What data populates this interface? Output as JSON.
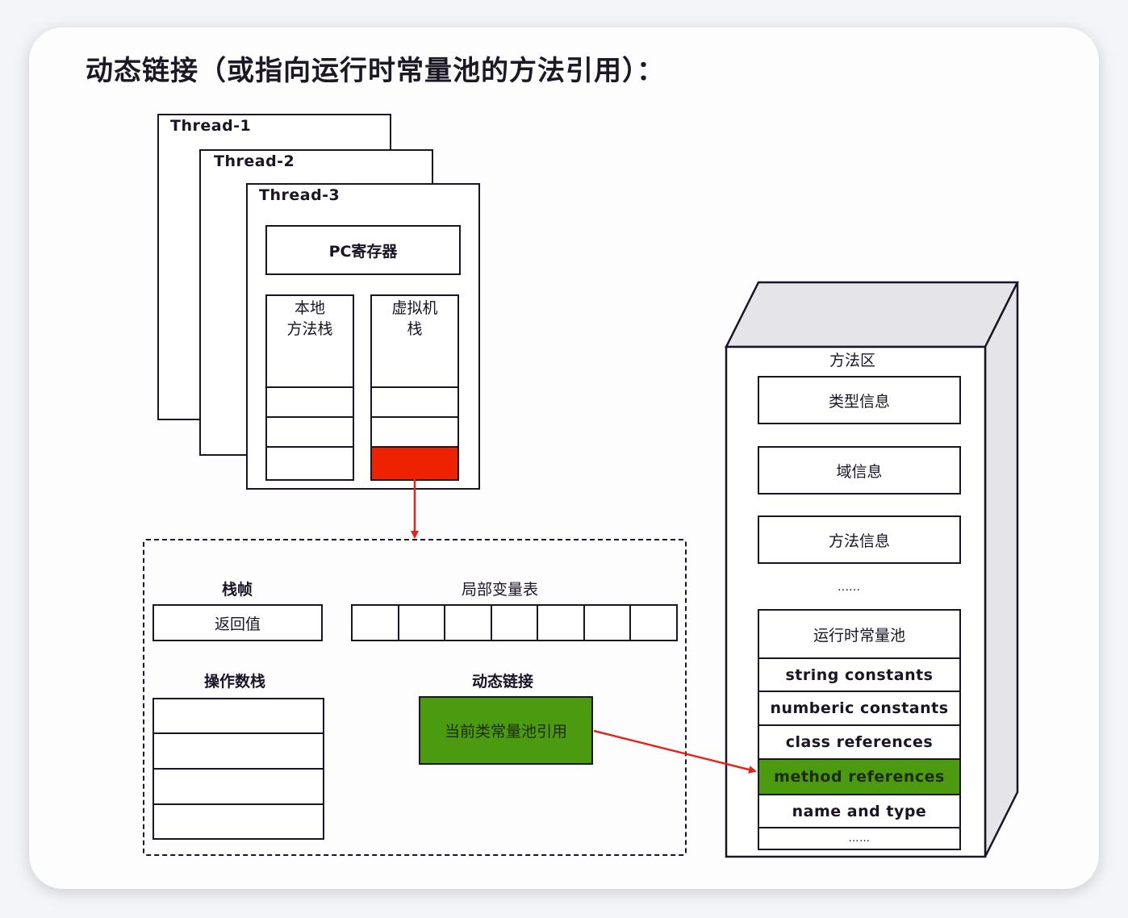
{
  "title": "动态链接（或指向运行时常量池的方法引用）：",
  "threads": [
    "Thread-1",
    "Thread-2",
    "Thread-3"
  ],
  "pc_register": "PC寄存器",
  "native_method_stack": {
    "line1": "本地",
    "line2": "方法栈"
  },
  "vm_stack": {
    "line1": "虚拟机",
    "line2": "栈"
  },
  "frame": {
    "stack_frame_label": "栈帧",
    "return_value": "返回值",
    "local_vars_label": "局部变量表",
    "local_vars_slots": 7,
    "operand_stack_label": "操作数栈",
    "dynamic_linking_label": "动态链接",
    "constant_pool_ref": "当前类常量池引用"
  },
  "method_area": {
    "label": "方法区",
    "items": [
      "类型信息",
      "域信息",
      "方法信息"
    ],
    "ellipsis": "……",
    "runtime_pool": {
      "title": "运行时常量池",
      "rows": [
        "string constants",
        "numberic constants",
        "class references",
        "method references",
        "name and type"
      ],
      "highlight": "method references",
      "ellipsis": "……"
    }
  },
  "colors": {
    "highlight_red": "#ee2200",
    "highlight_green": "#4b9a0f",
    "arrow": "#e3241b",
    "face_gray": "#e4e4e9"
  }
}
